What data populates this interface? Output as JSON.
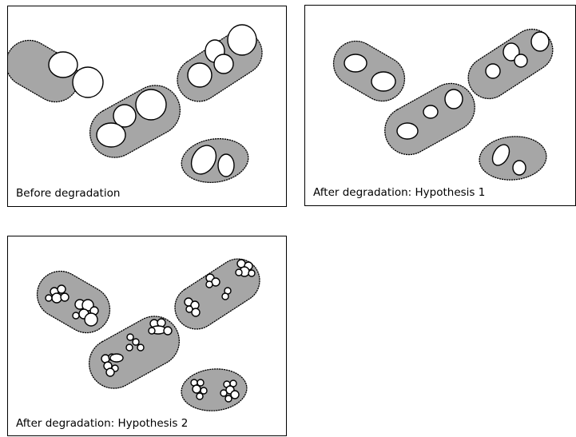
{
  "panels": [
    {
      "caption": "Before degradation"
    },
    {
      "caption": "After degradation:  Hypothesis 1"
    },
    {
      "caption": "After degradation:  Hypothesis 2"
    }
  ],
  "colors": {
    "cell_fill": "#a6a6a6",
    "granule_fill": "#ffffff",
    "outline": "#000000"
  }
}
